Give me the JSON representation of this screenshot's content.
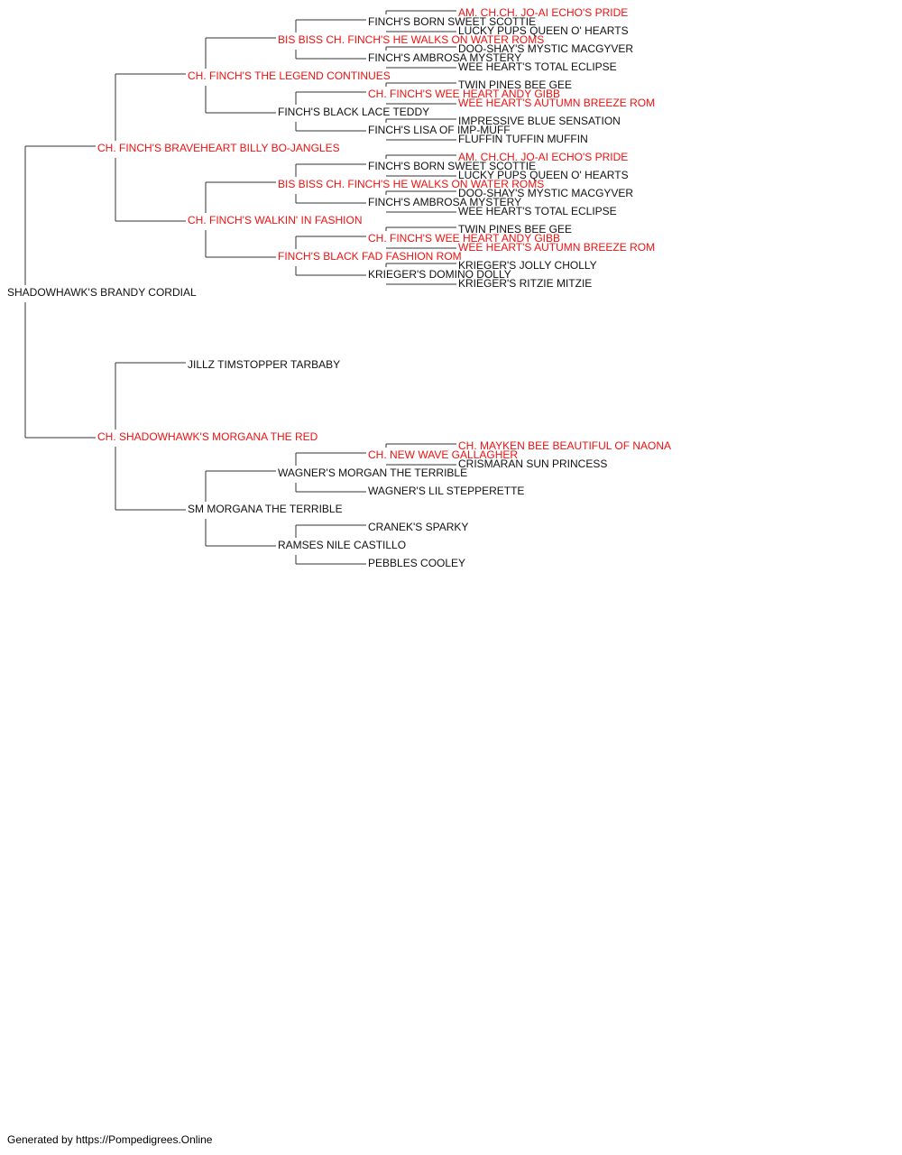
{
  "colors": {
    "champion": "#ee1111",
    "normal": "#111111",
    "line": "#333333"
  },
  "footer": "Generated by https://Pompedigrees.Online",
  "tree": {
    "name": "SHADOWHAWK'S BRANDY CORDIAL",
    "champion": false,
    "sire": {
      "name": "CH. FINCH'S BRAVEHEART BILLY BO-JANGLES",
      "champion": true,
      "sire": {
        "name": "CH. FINCH'S THE LEGEND CONTINUES",
        "champion": true,
        "sire": {
          "name": "BIS BISS CH. FINCH'S HE WALKS ON WATER ROMS",
          "champion": true,
          "sire": {
            "name": "FINCH'S BORN SWEET SCOTTIE",
            "champion": false,
            "sire": {
              "name": "AM. CH.CH. JO-AI ECHO'S PRIDE",
              "champion": true
            },
            "dam": {
              "name": "LUCKY PUPS QUEEN O' HEARTS",
              "champion": false
            }
          },
          "dam": {
            "name": "FINCH'S AMBROSA MYSTERY",
            "champion": false,
            "sire": {
              "name": "DOO-SHAY'S MYSTIC MACGYVER",
              "champion": false
            },
            "dam": {
              "name": "WEE HEART'S TOTAL ECLIPSE",
              "champion": false
            }
          }
        },
        "dam": {
          "name": "FINCH'S BLACK LACE TEDDY",
          "champion": false,
          "sire": {
            "name": "CH. FINCH'S WEE HEART ANDY GIBB",
            "champion": true,
            "sire": {
              "name": "TWIN PINES BEE GEE",
              "champion": false
            },
            "dam": {
              "name": "WEE HEART'S AUTUMN BREEZE ROM",
              "champion": true
            }
          },
          "dam": {
            "name": "FINCH'S LISA OF IMP-MUFF",
            "champion": false,
            "sire": {
              "name": "IMPRESSIVE BLUE SENSATION",
              "champion": false
            },
            "dam": {
              "name": "FLUFFIN TUFFIN MUFFIN",
              "champion": false
            }
          }
        }
      },
      "dam": {
        "name": "CH. FINCH'S WALKIN' IN FASHION",
        "champion": true,
        "sire": {
          "name": "BIS BISS CH. FINCH'S HE WALKS ON WATER ROMS",
          "champion": true,
          "sire": {
            "name": "FINCH'S BORN SWEET SCOTTIE",
            "champion": false,
            "sire": {
              "name": "AM. CH.CH. JO-AI ECHO'S PRIDE",
              "champion": true
            },
            "dam": {
              "name": "LUCKY PUPS QUEEN O' HEARTS",
              "champion": false
            }
          },
          "dam": {
            "name": "FINCH'S AMBROSA MYSTERY",
            "champion": false,
            "sire": {
              "name": "DOO-SHAY'S MYSTIC MACGYVER",
              "champion": false
            },
            "dam": {
              "name": "WEE HEART'S TOTAL ECLIPSE",
              "champion": false
            }
          }
        },
        "dam": {
          "name": "FINCH'S BLACK FAD FASHION ROM",
          "champion": true,
          "sire": {
            "name": "CH. FINCH'S WEE HEART ANDY GIBB",
            "champion": true,
            "sire": {
              "name": "TWIN PINES BEE GEE",
              "champion": false
            },
            "dam": {
              "name": "WEE HEART'S AUTUMN BREEZE ROM",
              "champion": true
            }
          },
          "dam": {
            "name": "KRIEGER'S DOMINO DOLLY",
            "champion": false,
            "sire": {
              "name": "KRIEGER'S JOLLY CHOLLY",
              "champion": false
            },
            "dam": {
              "name": "KRIEGER'S RITZIE MITZIE",
              "champion": false
            }
          }
        }
      }
    },
    "dam": {
      "name": "CH. SHADOWHAWK'S MORGANA THE RED",
      "champion": true,
      "sire": {
        "name": "JILLZ TIMSTOPPER TARBABY",
        "champion": false
      },
      "dam": {
        "name": "SM MORGANA THE TERRIBLE",
        "champion": false,
        "sire": {
          "name": "WAGNER'S MORGAN THE TERRIBLE",
          "champion": false,
          "sire": {
            "name": "CH. NEW WAVE GALLAGHER",
            "champion": true,
            "sire": {
              "name": "CH. MAYKEN BEE BEAUTIFUL OF NAONA",
              "champion": true
            },
            "dam": {
              "name": "CRISMARAN SUN PRINCESS",
              "champion": false
            }
          },
          "dam": {
            "name": "WAGNER'S LIL STEPPERETTE",
            "champion": false
          }
        },
        "dam": {
          "name": "RAMSES NILE CASTILLO",
          "champion": false,
          "sire": {
            "name": "CRANEK'S SPARKY",
            "champion": false
          },
          "dam": {
            "name": "PEBBLES COOLEY",
            "champion": false
          }
        }
      }
    }
  }
}
